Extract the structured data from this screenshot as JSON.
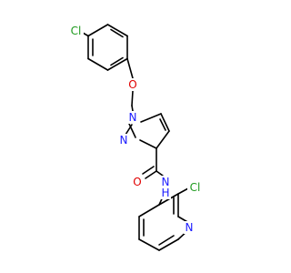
{
  "atoms": {
    "cl_top": {
      "text": "Cl",
      "color": "#1e9a1e"
    },
    "o_ether": {
      "text": "O",
      "color": "#e00000"
    },
    "n1": {
      "text": "N",
      "color": "#1a1aff"
    },
    "n2": {
      "text": "N",
      "color": "#1a1aff"
    },
    "o_carbonyl": {
      "text": "O",
      "color": "#e00000"
    },
    "nh": {
      "text": "N",
      "color": "#1a1aff"
    },
    "h": {
      "text": "H",
      "color": "#1a1aff"
    },
    "cl_bottom": {
      "text": "Cl",
      "color": "#1e9a1e"
    },
    "n_pyr": {
      "text": "N",
      "color": "#1a1aff"
    }
  },
  "colors": {
    "bond": "#000000",
    "background": "#ffffff"
  }
}
